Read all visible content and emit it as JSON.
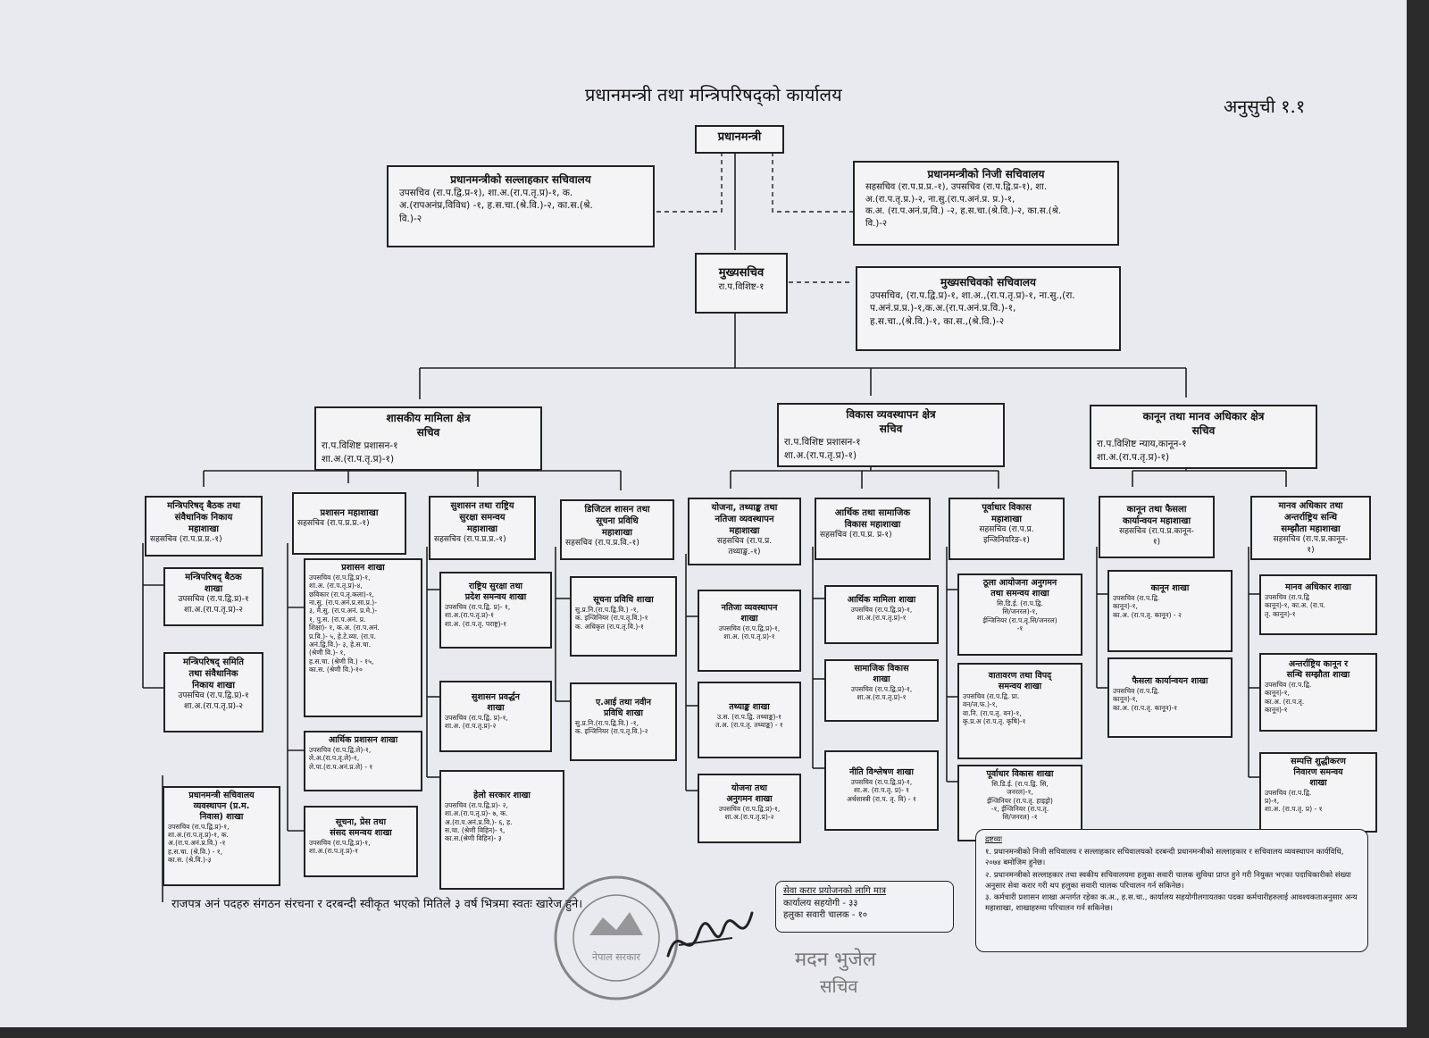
{
  "header": {
    "title": "प्रधानमन्त्री तथा मन्त्रिपरिषद्को कार्यालय",
    "annex": "अनुसुची १.१"
  },
  "top": {
    "pm": {
      "title": "प्रधानमन्त्री"
    },
    "advisor": {
      "title": "प्रधानमन्त्रीको सल्लाहकार सचिवालय",
      "body": "उपसचिव (रा.प.द्वि.प्र-१), शा.अ.(रा.प.तृ.प्र)-१,  क.\nअ.(रापअनंप्र,विविध) -१, ह.स.चा.(श्रे.वि.)-२, का.स.(श्रे.\nवि.)-२"
    },
    "private": {
      "title": "प्रधानमन्त्रीको निजी सचिवालय",
      "body": "सहसचिव (रा.प.प्र.प्र.-१), उपसचिव (रा.प.द्वि.प्र-१), शा.\nअ.(रा.प.तृ.प्र.)-२, ना.सु.(रा.प.अनं.प्र. प्र.)-१,\nक.अ. (रा.प.अनं.प्र,वि.) -२, ह.स.चा.(श्रे.वि.)-२, का.स.(श्रे.\nवि.)-२"
    },
    "chief": {
      "title": "मुख्यसचिव",
      "body": "रा.प.विशिष्ट-१"
    },
    "chief_sec": {
      "title": "मुख्यसचिवको सचिवालय",
      "body": "उपसचिव, (रा.प.द्वि.प्र)-१, शा.अ.,(रा.प.तृ.प्र)-१, ना.सु.,(रा.\nप.अनं.प्र.प्र.)-१,क.अ.(रा.प.अनं.प्र.वि.)-१,\nह.स.चा.,(श्रे.वि.)-१, का.स.,(श्रे.वि.)-२"
    }
  },
  "sectors": [
    {
      "title": "शासकीय मामिला क्षेत्र\nसचिव",
      "body": "रा.प.विशिष्ट प्रशासन-१\nशा.अ.(रा.प.तृ.प्र)-१)"
    },
    {
      "title": "विकास व्यवस्थापन क्षेत्र\nसचिव",
      "body": "रा.प.विशिष्ट प्रशासन-१\nशा.अ.(रा.प.तृ.प्र)-१)"
    },
    {
      "title": "कानून तथा मानव अधिकार क्षेत्र\nसचिव",
      "body": "रा.प.विशिष्ट न्याय,कानून-१\nशा.अ.(रा.प.तृ.प्र)-१)"
    }
  ],
  "divisions": [
    {
      "title": "मन्त्रिपरिषद् बैठक तथा\nसंवैधानिक निकाय\nमहाशाखा",
      "body": "सहसचिव (रा.प.प्र.प्र.-१)"
    },
    {
      "title": "प्रशासन  महाशाखा",
      "body": "सहसचिव (रा.प.प्र.प्र.-१)"
    },
    {
      "title": "सुशासन तथा राष्ट्रिय\nसुरक्षा समन्वय\nमहाशाखा",
      "body": "सहसचिव (रा.प.प्र.प्र.-१)"
    },
    {
      "title": "डिजिटल शासन तथा\nसूचना प्रविधि\nमहाशाखा",
      "body": "सहसचिव (रा.प.प्र.वि.-१)"
    },
    {
      "title": "योजना, तथ्याङ्क तथा\nनतिजा व्यवस्थापन\nमहाशाखा",
      "body": "सहसचिव (रा.प.प्र.\nतथ्याङ्क.-१)"
    },
    {
      "title": "आर्थिक तथा सामाजिक\nविकास महाशाखा",
      "body": "सहसचिव (रा.प.प्र. प्र-१)"
    },
    {
      "title": "पूर्वाधार विकास\nमहाशाखा",
      "body": "सहसचिव (रा.प.प्र.\nइन्जिनियरिङ-१)"
    },
    {
      "title": "कानून तथा फैसला\nकार्यान्वयन महाशाखा",
      "body": "सहसचिव (रा.प.प्र.कानून-\n१)"
    },
    {
      "title": "मानव अधिकार तथा\nअन्तर्राष्ट्रिय सन्धि\nसम्झौता महाशाखा",
      "body": "सहसचिव (रा.प.प्र.कानून-\n१)"
    }
  ],
  "sections": [
    {
      "title": "मन्त्रिपरिषद् बैठक\nशाखा",
      "body": "उपसचिव (रा.प.द्वि.प्र)-१\nशा.अ.(रा.प.तृ.प्र)-२"
    },
    {
      "title": "मन्त्रिपरिषद् समिति\nतथा संवैधानिक\nनिकाय शाखा",
      "body": "उपसचिव (रा.प.द्वि.प्र)-१\nशा.अ.(रा.प.तृ.प्र)-२"
    },
    {
      "title": "प्रधानमन्त्री सचिवालय\nव्यवस्थापन (प्र.म.\nनिवास) शाखा",
      "body": "उपसचिव (रा.प.द्वि.प्र)-१,\nशा.अ.(रा.प.तृ.प्र)-१, क.\nअ.(रा.प.अनं.प्र.वि.) -१\nह.स.चा. (श्रे.वि.) - १,\nका.स. (श्रे.वि.)-३"
    },
    {
      "title": "प्रशासन शाखा",
      "body": "उपसचिव (रा.प.द्वि.प्र)-१,\nशा.अ. (रा.प.तृ.प्र)-४,\nछविकार (रा.प.तृ.कला)-१,\nना.सु. (रा.प.अनं.प्र.सा.प्र.)-\n३, मै.सु. (रा.प.अनं. प्र.मे.)-\n१, पु.स. (रा.प.अनं. प्र.\nशिक्षा)- १, क.अ. (रा.प.अनं.\nप्र.वि.)- ५, हे.टे.व्या. (रा.प.\nअनं.द्वि.वि.)-  ३, हे.स.चा.\n(श्रेणी वि.)- १,\nह.स.चा. (श्रेणी वि.) - १५,\nका.स. (श्रेणी वि.)-१०"
    },
    {
      "title": "आर्थिक प्रशासन शाखा",
      "body": "उपसचिव (रा.प.द्वि.ले)-१,\nले.अ.(रा.प.तृ.ले)-१,\nले.पा.(रा.प.अनं.प्र.ले) - १"
    },
    {
      "title": "सूचना, प्रेस तथा\nसंसद समन्वय शाखा",
      "body": "उपसचिव (रा.प.द्वि.प्र)-१,\nशा.अ.(रा.प.तृ.प्र)-१"
    },
    {
      "title": "राष्ट्रिय सुरक्षा तथा\nप्रदेश समन्वय शाखा",
      "body": "उपसचिव (रा.प.द्वि. प्र)- १,\nशा.अ.(रा.प.तृ.प्र)-१\nशा.अ. (रा.प.तृ. पराष्ट्र)-१"
    },
    {
      "title": "सुशासन प्रवर्द्धन\nशाखा",
      "body": "उपसचिव (रा.प.द्वि. प्र)-१,\nशा.अ. (रा.प.तृ.प्र)-२"
    },
    {
      "title": "हेलो सरकार शाखा",
      "body": "उपसचिव (रा.प.द्वि.प्र)- २,\nशा.अ.(रा.प.तृ.प्र)- ७, क.\nअ.(रा.प.अनं.प्र.वि.)- ६, ह.\nस.चा. (श्रेणी विहिन)- ९,\nका.स.(श्रेणी विहिन)- ३"
    },
    {
      "title": "सूचना प्रविधि शाखा",
      "body": "सु.प्र.नि.(रा.प.द्वि.वि.) -१,\nक. इन्जिनियर (रा.प.तृ.वि.)-१\nक. अधिकृत (रा.प.तृ.वि.)-१"
    },
    {
      "title": "ए.आई तथा नवीन\nप्रविधि शाखा",
      "body": "सु.प्र.नि.(रा.प.द्वि.वि.) -१,\nक. इन्जिनियर (रा.प.तृ.वि.)-२"
    },
    {
      "title": "नतिजा व्यवस्थापन\nशाखा",
      "body": "उपसचिव (रा.प.द्वि.प्र)-१,\nशा.अ. (रा.प.तृ.प्र)-१"
    },
    {
      "title": "तथ्याङ्क शाखा",
      "body": "उ.स. (रा.प.द्वि. तथ्याङ्क)-१\nत.अ. (रा.प.तृ. तथ्याङ्क) - १"
    },
    {
      "title": "योजना तथा\nअनुगमन शाखा",
      "body": "उपसचिव (रा.प.द्वि.प्र)-१,\nशा.अ.(रा.प.तृ.प्र)-२"
    },
    {
      "title": "आर्थिक मामिला शाखा",
      "body": "उपसचिव (रा.प.द्वि.प्र)-१,\nशा.अ.(रा.प.तृ.प्र)-१"
    },
    {
      "title": "सामाजिक विकास\nशाखा",
      "body": "उपसचिव (रा.प.द्वि.प्र)-१,\nशा.अ.(रा.प.तृ.प्र)-१"
    },
    {
      "title": "नीति विश्लेषण शाखा",
      "body": "उपसचिव (रा.प.द्वि.प्र)-१,\nशा.अ. (रा.प.तृ. प्र)- १\nअर्थशास्त्री (रा.प. तृ. वि) - १"
    },
    {
      "title": "ठूला आयोजना अनुगमन\nतथा समन्वय शाखा",
      "body": "सि.डि.ई. (रा.प.द्वि.\nसि/जनरल)-१,\nईन्जिनियर (रा.प.तृ.सि/जनरल)\n-१"
    },
    {
      "title": "वातावरण तथा विपद्\nसमन्वय शाखा",
      "body": "उपसचिव (रा.प.द्वि. प्रा.\nवन/ज.फ.)-१,\nवा.नि. (रा.प.तृ. वन)-१,\nकृ.प्र.अ (रा.प.तृ. कृषि)-१"
    },
    {
      "title": "पूर्वाधार विकास शाखा",
      "body": "सि.डि.ई. (रा.प.द्वि. सि,\nजनरल)-१,\nईन्जिनियर (रा.प.तृ. हाइड्रो)\n-१, ईन्जिनियर (रा.प.तृ.\nसि/जनरल) -१"
    },
    {
      "title": "कानून शाखा",
      "body": "उपसचिव (रा.प.द्वि.\nकानून)-१,\nका.अ. (रा.प.तृ. कानून) - २"
    },
    {
      "title": "फैसला कार्यान्वयन शाखा",
      "body": "उपसचिव (रा.प.द्वि.\nकानून)-१,\nका.अ. (रा.प.तृ. कानून)-१"
    },
    {
      "title": "मानव अधिकार शाखा",
      "body": "उपसचिव (रा.प.द्वि\nकानून)-१, का.अ. (रा.प.\nतृ. कानून)-१"
    },
    {
      "title": "अन्तर्राष्ट्रिय कानून र\nसन्धि सम्झौता शाखा",
      "body": "उपसचिव (रा.प.द्वि.\nकानून)-१,\nका.अ. (रा.प.तृ.\nकानून)-१"
    },
    {
      "title": "सम्पत्ति शुद्धीकरण\nनिवारण समन्वय\nशाखा",
      "body": "उपसचिव (रा.प.द्वि.\nप्र)-१,\nशा.अ. (रा.प.तृ. प्र) - १"
    }
  ],
  "footer": {
    "text": "राजपत्र अनं पदहरु संगठन संरचना र दरबन्दी स्वीकृत भएको मितिले ३ वर्ष भित्रमा स्वतः खारेज हुने।"
  },
  "contract": {
    "heading": "सेवा करार प्रयोजनको लागि मात्र",
    "body": "कार्यालय सहयोगी - ३३\nहलुका सवारी चालक - १०"
  },
  "notes": {
    "heading": "द्रष्टव्यः",
    "items": [
      "१. प्रधानमन्त्रीको निजी सचिवालय र सल्लाहकार सचिवालयको दरबन्दी प्रधानमन्त्रीको सल्लाहकार र सचिवालय व्यवस्थापन कार्यविधि, २०७४ बमोजिम हुनेछ।",
      "२. प्रधानमन्त्रीको सल्लाहकार तथा स्वकीय सचिवालयमा हलुका सवारी चालक सुविधा प्राप्त हुने गरी नियुक्त भएका पदाधिकारीको संख्या अनुसार सेवा करार गरी थप हलुका सवारी चालक परिचालन गर्न सकिनेछ।",
      "३. कर्मचारी प्रशासन शाखा अन्तर्गत रहेका क.अ., ह.स.चा., कार्यालय सहयोगीलगायतका पदका कर्मचारीहरुलाई आवश्यकताअनुसार अन्य महाशाखा, शाखाहरुमा परिचालन गर्न सकिनेछ।"
    ]
  },
  "signature": {
    "name": "मदन भुजेल",
    "designation": "सचिव",
    "seal_text": "नेपाल सरकार"
  }
}
